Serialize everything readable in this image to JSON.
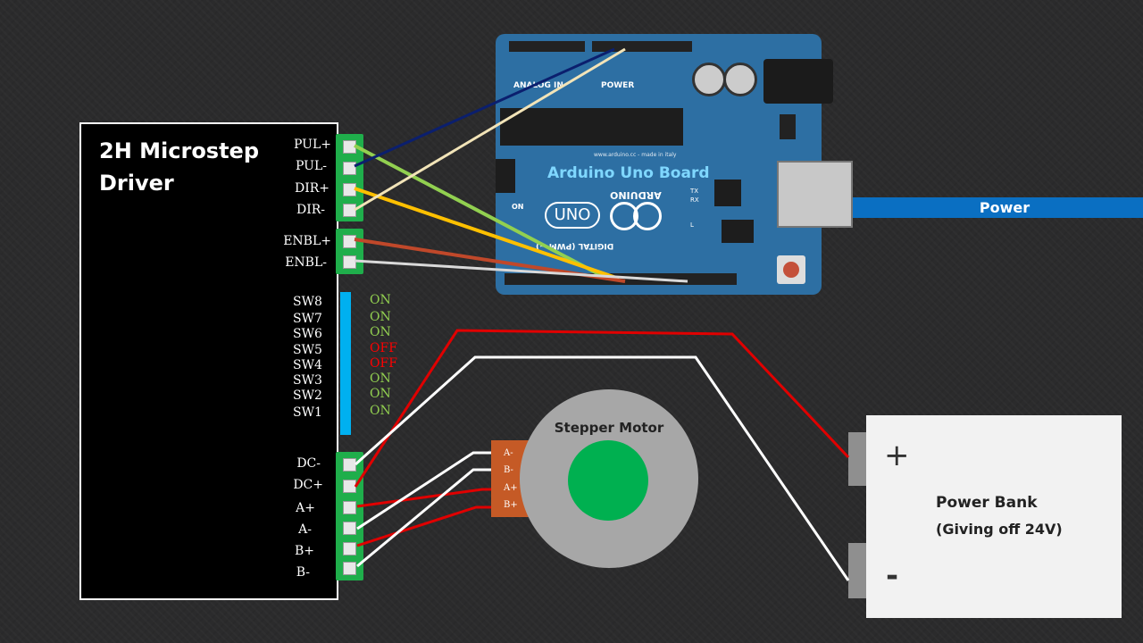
{
  "driver": {
    "title": "2H Microstep\nDriver",
    "signal_pins": [
      "PUL+",
      "PUL-",
      "DIR+",
      "DIR-"
    ],
    "enable_pins": [
      "ENBL+",
      "ENBL-"
    ],
    "switches": [
      {
        "name": "SW8",
        "state": "ON"
      },
      {
        "name": "SW7",
        "state": "ON"
      },
      {
        "name": "SW6",
        "state": "ON"
      },
      {
        "name": "SW5",
        "state": "OFF"
      },
      {
        "name": "SW4",
        "state": "OFF"
      },
      {
        "name": "SW3",
        "state": "ON"
      },
      {
        "name": "SW2",
        "state": "ON"
      },
      {
        "name": "SW1",
        "state": "ON"
      }
    ],
    "power_pins": [
      "DC-",
      "DC+",
      "A+",
      "A-",
      "B+",
      "B-"
    ]
  },
  "arduino": {
    "label": "Arduino Uno Board",
    "logo": "UNO",
    "brand": "ARDUINO",
    "power_header": "POWER",
    "analog_header": "ANALOG IN",
    "digital_header": "DIGITAL (PWM ~)",
    "small_text": "www.arduino.cc - made in italy",
    "on_label": "ON",
    "tx_label": "TX",
    "rx_label": "RX",
    "l_label": "L"
  },
  "power": {
    "label": "Power"
  },
  "motor": {
    "title": "Stepper Motor",
    "pins": [
      "A-",
      "B-",
      "A+",
      "B+"
    ]
  },
  "bank": {
    "title": "Power Bank",
    "subtitle": "(Giving off 24V)",
    "plus": "+",
    "minus": "-"
  },
  "colors": {
    "state_on": "#92d050",
    "state_off": "#ff0000",
    "terminal": "#1fae4b",
    "switch_bar": "#00b0f0",
    "motor_core": "#00b050"
  }
}
